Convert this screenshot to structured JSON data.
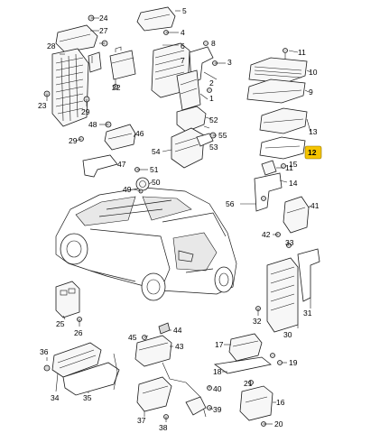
{
  "diagram": {
    "highlight_color": "#f5c400",
    "highlighted_callout": "12",
    "callouts": {
      "c1": "1",
      "c2": "2",
      "c3": "3",
      "c4": "4",
      "c5": "5",
      "c6": "6",
      "c7": "7",
      "c8": "8",
      "c9": "9",
      "c10": "10",
      "c11a": "11",
      "c11b": "11",
      "c12": "12",
      "c13": "13",
      "c14": "14",
      "c15": "15",
      "c16": "16",
      "c17": "17",
      "c18": "18",
      "c19": "19",
      "c20": "20",
      "c21": "21",
      "c22": "22",
      "c23": "23",
      "c24": "24",
      "c25": "25",
      "c26": "26",
      "c27": "27",
      "c28": "28",
      "c29a": "29",
      "c29b": "29",
      "c30": "30",
      "c31": "31",
      "c32": "32",
      "c33": "33",
      "c34": "34",
      "c35": "35",
      "c36": "36",
      "c37": "37",
      "c38": "38",
      "c39": "39",
      "c40": "40",
      "c41": "41",
      "c42": "42",
      "c43": "43",
      "c44": "44",
      "c45": "45",
      "c46": "46",
      "c47": "47",
      "c48": "48",
      "c49": "49",
      "c50": "50",
      "c51": "51",
      "c52": "52",
      "c53": "53",
      "c54": "54",
      "c55": "55",
      "c56": "56"
    }
  }
}
